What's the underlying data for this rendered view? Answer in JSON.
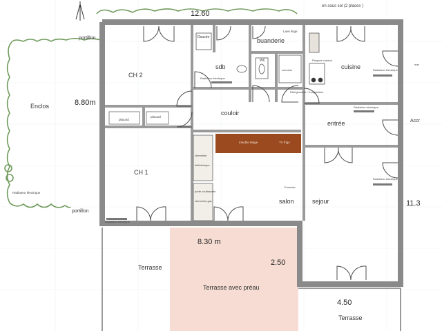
{
  "top_note": "en sous sol (2 places )",
  "dimensions": {
    "top_width": "12.60",
    "left_height": "8.80m",
    "right_height": "11.3",
    "terrace_width": "8.30 m",
    "preau_depth": "2.50",
    "small_terrace_width": "4.50"
  },
  "outside": {
    "enclos": "Enclos",
    "portillon_top": "portillon",
    "portillon_bottom": "portillon",
    "radiateur": "Radiateur électrique",
    "terrasse_left": "Terrasse",
    "terrasse_preau": "Terrasse avec préau",
    "terrasse_right": "Terrasse",
    "accr": "Accr"
  },
  "rooms": {
    "ch2": "CH 2",
    "ch1": "CH 1",
    "douche": "Douche",
    "sdb": "sdb",
    "buanderie": "buanderie",
    "wc": "WC",
    "cuisine": "cuisine",
    "couloir": "couloir",
    "entree": "entrée",
    "salon": "salon",
    "sejour": "sejour",
    "placard_left": "placard",
    "placard_right": "placard"
  },
  "fixtures": {
    "lave_linge": "Lave linge",
    "radiateur_sdb": "Radiateur électrique",
    "cumulus": "cumulus",
    "meuble_etage": "meuble étage",
    "tv_frigo": "TV frigo",
    "plaques_cuisson": "Plaques cuisson",
    "refrigerateur": "Réfrigérateur / Congélateur",
    "radiateur_cuisine": "Radiateur électrique",
    "radiateur_entree": "Radiateur électrique",
    "radiateur_sejour": "Radiateur électrique",
    "radiateur_ch1": "Radiateur électrique",
    "cheminee": "cheminée",
    "bibliotheque": "bibliothèque",
    "enceinte": "Enceinte",
    "mat": "mat",
    "porte_coulissante": "porte coulissante",
    "cheminee_gaz": "cheminée gaz"
  },
  "colors": {
    "wall": "#8a8a8a",
    "preau": "#f6dcd2",
    "furniture": "#9a4a1e",
    "hedge": "#6f9a5a",
    "door": "#4d4d4d"
  }
}
